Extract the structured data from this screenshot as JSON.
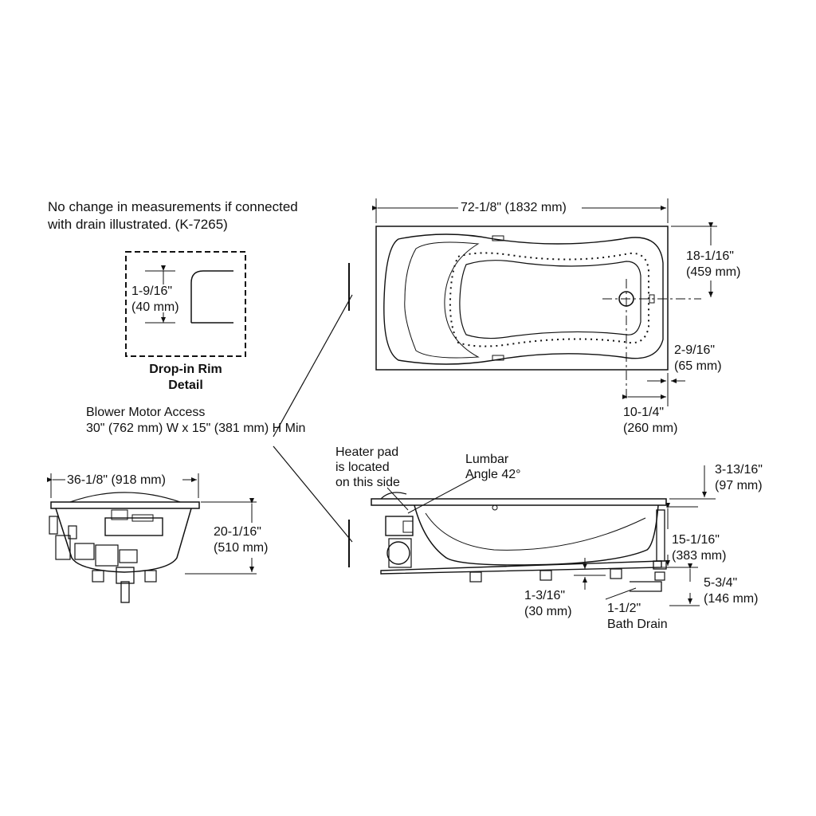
{
  "note": {
    "line1": "No change in measurements if connected",
    "line2": "with drain illustrated. (K-7265)"
  },
  "rim_detail": {
    "dim_in": "1-9/16\"",
    "dim_mm": "(40 mm)",
    "title_line1": "Drop-in Rim",
    "title_line2": "Detail"
  },
  "blower": {
    "line1": "Blower Motor Access",
    "line2": "30\" (762 mm) W x 15\" (381 mm) H Min"
  },
  "top_view": {
    "length": "72-1/8\" (1832 mm)",
    "width_in": "18-1/16\"",
    "width_mm": "(459 mm)",
    "offset_in": "2-9/16\"",
    "offset_mm": "(65 mm)",
    "drain_in": "10-1/4\"",
    "drain_mm": "(260 mm)"
  },
  "end_view": {
    "width": "36-1/8\" (918 mm)",
    "height_in": "20-1/16\"",
    "height_mm": "(510 mm)"
  },
  "side_view": {
    "heater_line1": "Heater pad",
    "heater_line2": "is located",
    "heater_line3": "on this side",
    "lumbar_line1": "Lumbar",
    "lumbar_line2": "Angle 42°",
    "rim_in": "3-13/16\"",
    "rim_mm": "(97 mm)",
    "depth_in": "15-1/16\"",
    "depth_mm": "(383 mm)",
    "drain_h_in": "5-3/4\"",
    "drain_h_mm": "(146 mm)",
    "foot_in": "1-3/16\"",
    "foot_mm": "(30 mm)",
    "bath_drain_line1": "1-1/2\"",
    "bath_drain_line2": "Bath Drain"
  }
}
